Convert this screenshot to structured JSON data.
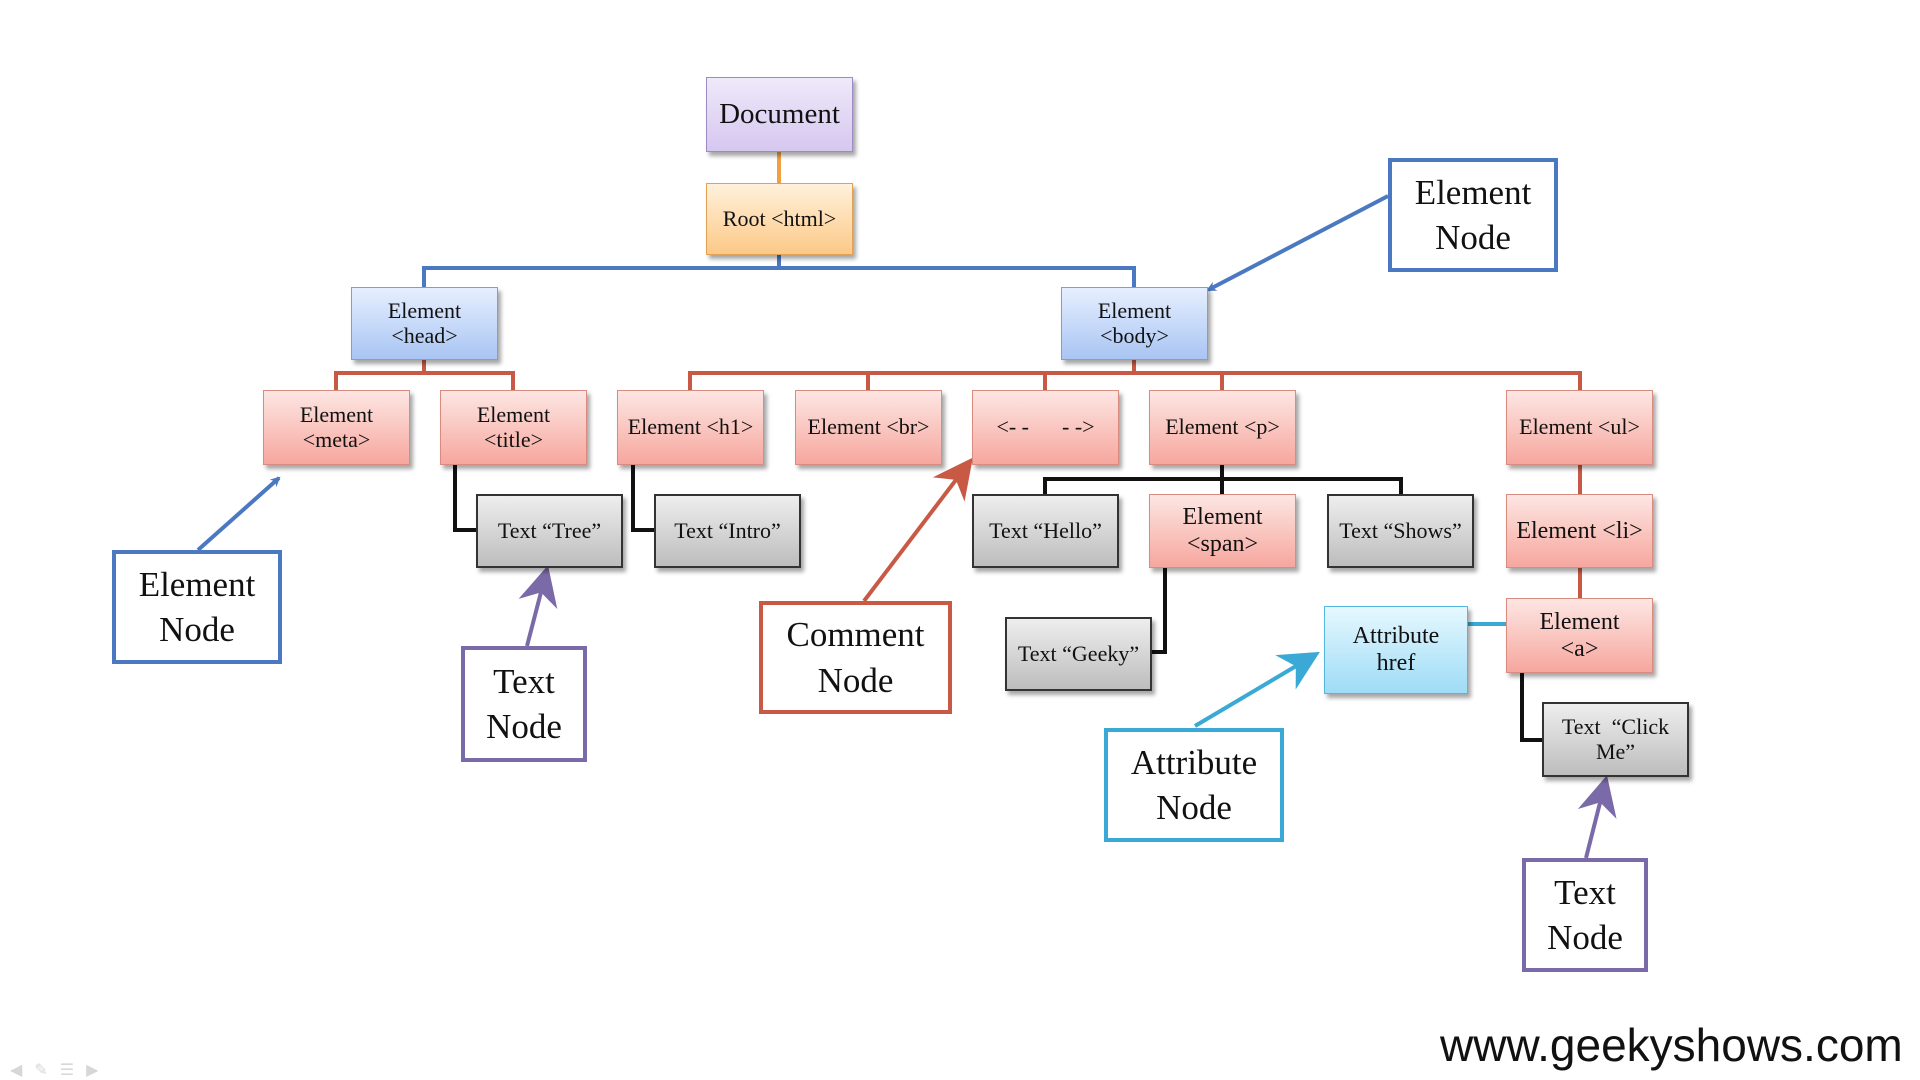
{
  "nodes": {
    "document": "Document",
    "html": "Root <html>",
    "head": [
      "Element",
      "<head>"
    ],
    "body": [
      "Element",
      "<body>"
    ],
    "meta": [
      "Element",
      "<meta>"
    ],
    "title": [
      "Element",
      "<title>"
    ],
    "h1": "Element <h1>",
    "br": "Element <br>",
    "comment": "<- -      - ->",
    "p": "Element <p>",
    "ul": "Element <ul>",
    "text_tree": "Text “Tree”",
    "text_intro": "Text “Intro”",
    "text_hello": "Text “Hello”",
    "span": [
      "Element",
      "<span>"
    ],
    "text_shows": "Text “Shows”",
    "li": "Element <li>",
    "text_geeky": "Text “Geeky”",
    "attr_href": [
      "Attribute",
      "href"
    ],
    "a": [
      "Element",
      "<a>"
    ],
    "text_click": [
      "Text  “Click",
      "Me”"
    ]
  },
  "labels": {
    "element_node_right": [
      "Element",
      "Node"
    ],
    "element_node_left": [
      "Element",
      "Node"
    ],
    "text_node_left": [
      "Text",
      "Node"
    ],
    "comment_node": [
      "Comment",
      "Node"
    ],
    "attribute_node": [
      "Attribute",
      "Node"
    ],
    "text_node_right": [
      "Text",
      "Node"
    ]
  },
  "watermark": "www.geekyshows.com",
  "nav_icons": [
    "back-icon",
    "pen-icon",
    "menu-icon",
    "forward-icon"
  ],
  "colors": {
    "blue_line": "#4a78c1",
    "red_line": "#c85a45",
    "orange_line": "#f0a040",
    "black_line": "#111111",
    "purple_arrow": "#7b6aa8",
    "cyan_arrow": "#3aa9d6"
  }
}
